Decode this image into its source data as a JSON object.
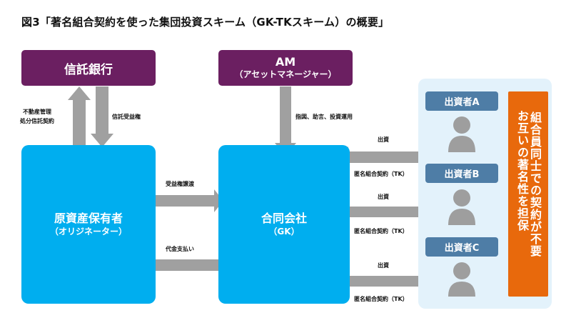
{
  "title": "図3「著名組合契約を使った集団投資スキーム（GK-TKスキーム）の概要」",
  "colors": {
    "purple": "#6b1f61",
    "blue": "#00aeef",
    "arrow_gray": "#a0a0a0",
    "panel_light_blue": "#e3f2fb",
    "investor_label_blue": "#4e7da6",
    "person_gray": "#9e9e9e",
    "orange": "#e8690c"
  },
  "nodes": {
    "trust_bank": {
      "label": "信託銀行"
    },
    "asset_manager": {
      "label": "AM",
      "sublabel": "（アセットマネージャー）"
    },
    "originator": {
      "label": "原資産保有者",
      "sublabel": "（オリジネーター）"
    },
    "gk": {
      "label": "合同会社",
      "sublabel": "（GK）"
    }
  },
  "edges": {
    "originator_to_bank": {
      "label_line1": "不動産管理",
      "label_line2": "処分信託契約"
    },
    "bank_to_originator": {
      "label": "信託受益権"
    },
    "am_to_gk": {
      "label": "指図、助言、投資運用"
    },
    "originator_to_gk": {
      "label": "受益権譲渡"
    },
    "gk_to_originator": {
      "label": "代金支払い"
    }
  },
  "investors": [
    {
      "label": "出資者A",
      "arrow_label": "出資",
      "contract_label": "匿名組合契約（TK）"
    },
    {
      "label": "出資者B",
      "arrow_label": "出資",
      "contract_label": "匿名組合契約（TK）"
    },
    {
      "label": "出資者C",
      "arrow_label": "出資",
      "contract_label": "匿名組合契約（TK）"
    }
  ],
  "note": {
    "line1": "組合員同士での契約が不要",
    "line2": "お互いの著名性を担保"
  }
}
